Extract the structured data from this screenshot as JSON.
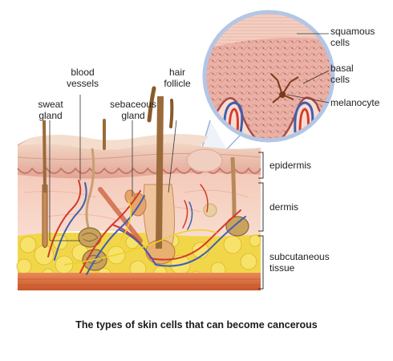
{
  "labels": {
    "sweat_gland": [
      "sweat",
      "gland"
    ],
    "blood_vessels": [
      "blood",
      "vessels"
    ],
    "sebaceous_gland": [
      "sebaceous",
      "gland"
    ],
    "hair_follicle": [
      "hair",
      "follicle"
    ],
    "squamous_cells": [
      "squamous",
      "cells"
    ],
    "basal_cells": [
      "basal",
      "cells"
    ],
    "melanocyte": "melanocyte",
    "epidermis": "epidermis",
    "dermis": "dermis",
    "subcutaneous_tissue": [
      "subcutaneous",
      "tissue"
    ]
  },
  "caption": "The types of skin cells that can become cancerous",
  "colors": {
    "epidermis": "#e8b4a8",
    "dermis": "#f6d2c4",
    "subcutaneous_fat": "#f2d64a",
    "muscle": "#d9683a",
    "hair": "#9a6a3a",
    "artery": "#d33a2c",
    "vein": "#3e5fb0",
    "nerve": "#f0d020",
    "magnifier": "#c8d8ee"
  }
}
